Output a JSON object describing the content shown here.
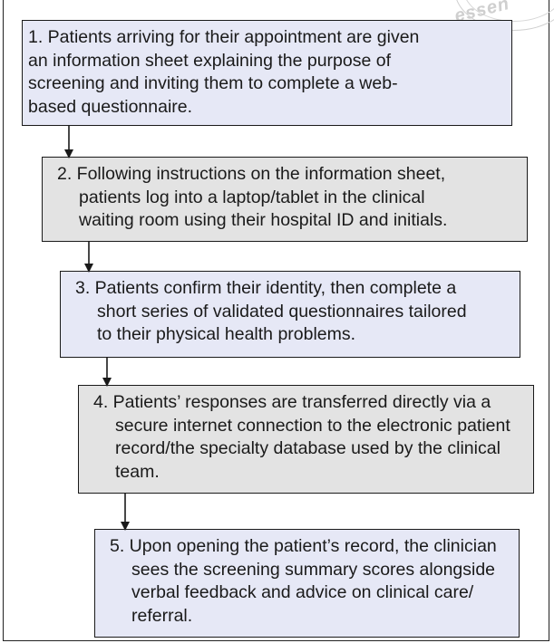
{
  "steps": [
    {
      "id": "step-1",
      "color": "#e6e8f6",
      "lines": [
        "1. Patients arriving for their appointment are given",
        "an information sheet explaining the purpose of",
        "screening and inviting them to complete a web-",
        "based questionnaire."
      ]
    },
    {
      "id": "step-2",
      "color": "#e3e3e3",
      "lines": [
        "2. Following instructions on the information sheet,",
        "patients log into a laptop/tablet in the clinical",
        "waiting room using their hospital ID and initials."
      ]
    },
    {
      "id": "step-3",
      "color": "#e6e8f6",
      "lines": [
        "3. Patients confirm their identity, then complete a",
        "short series of validated questionnaires tailored",
        "to their physical health problems."
      ]
    },
    {
      "id": "step-4",
      "color": "#e3e3e3",
      "lines": [
        "4. Patients’ responses are transferred directly via a",
        "secure internet connection to the electronic patient",
        "record/the specialty database used by the clinical",
        "team."
      ]
    },
    {
      "id": "step-5",
      "color": "#e6e8f6",
      "lines": [
        "5. Upon opening the patient’s record, the clinician",
        "sees the screening summary scores alongside",
        "verbal feedback and advice on clinical care/",
        "referral."
      ]
    }
  ],
  "watermark": {
    "text": "essen"
  }
}
